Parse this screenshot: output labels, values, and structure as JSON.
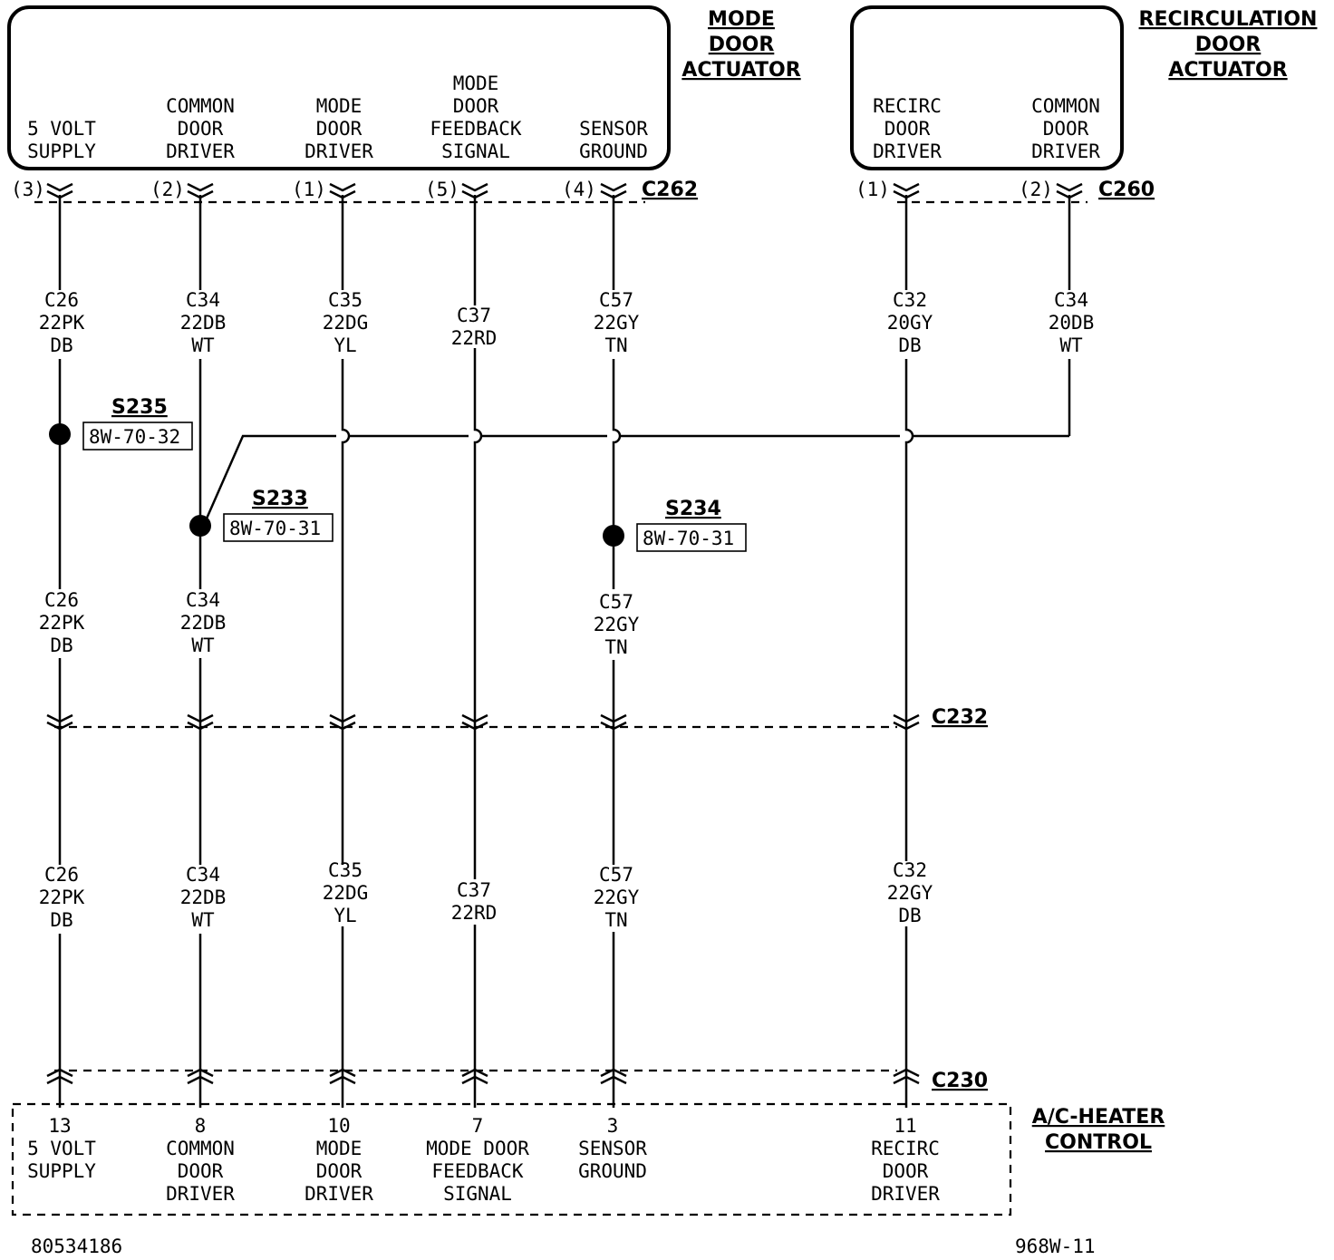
{
  "mode_actuator": {
    "title": [
      "MODE",
      "DOOR",
      "ACTUATOR"
    ],
    "connector": "C262",
    "pins": [
      {
        "pin": "(3)",
        "label": [
          "5 VOLT",
          "SUPPLY"
        ]
      },
      {
        "pin": "(2)",
        "label": [
          "COMMON",
          "DOOR",
          "DRIVER"
        ]
      },
      {
        "pin": "(1)",
        "label": [
          "MODE",
          "DOOR",
          "DRIVER"
        ]
      },
      {
        "pin": "(5)",
        "label": [
          "MODE",
          "DOOR",
          "FEEDBACK",
          "SIGNAL"
        ]
      },
      {
        "pin": "(4)",
        "label": [
          "SENSOR",
          "GROUND"
        ]
      }
    ]
  },
  "recirc_actuator": {
    "title": [
      "RECIRCULATION",
      "DOOR",
      "ACTUATOR"
    ],
    "connector": "C260",
    "pins": [
      {
        "pin": "(1)",
        "label": [
          "RECIRC",
          "DOOR",
          "DRIVER"
        ]
      },
      {
        "pin": "(2)",
        "label": [
          "COMMON",
          "DOOR",
          "DRIVER"
        ]
      }
    ]
  },
  "wire_labels": {
    "top": [
      [
        "C26",
        "22PK",
        "DB"
      ],
      [
        "C34",
        "22DB",
        "WT"
      ],
      [
        "C35",
        "22DG",
        "YL"
      ],
      [
        "C37",
        "22RD"
      ],
      [
        "C57",
        "22GY",
        "TN"
      ],
      [
        "C32",
        "20GY",
        "DB"
      ],
      [
        "C34",
        "20DB",
        "WT"
      ]
    ],
    "mid": [
      [
        "C26",
        "22PK",
        "DB"
      ],
      [
        "C34",
        "22DB",
        "WT"
      ],
      [
        "C57",
        "22GY",
        "TN"
      ]
    ],
    "bottom": [
      [
        "C26",
        "22PK",
        "DB"
      ],
      [
        "C34",
        "22DB",
        "WT"
      ],
      [
        "C35",
        "22DG",
        "YL"
      ],
      [
        "C37",
        "22RD"
      ],
      [
        "C57",
        "22GY",
        "TN"
      ],
      [
        "C32",
        "22GY",
        "DB"
      ]
    ]
  },
  "splices": [
    {
      "id": "S235",
      "ref": "8W-70-32"
    },
    {
      "id": "S233",
      "ref": "8W-70-31"
    },
    {
      "id": "S234",
      "ref": "8W-70-31"
    }
  ],
  "connectors": {
    "mid": "C232",
    "bottom": "C230"
  },
  "control": {
    "title": [
      "A/C-HEATER",
      "CONTROL"
    ],
    "pins": [
      {
        "pin": "13",
        "label": [
          "5 VOLT",
          "SUPPLY"
        ]
      },
      {
        "pin": "8",
        "label": [
          "COMMON",
          "DOOR",
          "DRIVER"
        ]
      },
      {
        "pin": "10",
        "label": [
          "MODE",
          "DOOR",
          "DRIVER"
        ]
      },
      {
        "pin": "7",
        "label": [
          "MODE DOOR",
          "FEEDBACK",
          "SIGNAL"
        ]
      },
      {
        "pin": "3",
        "label": [
          "SENSOR",
          "GROUND"
        ]
      },
      {
        "pin": "11",
        "label": [
          "RECIRC",
          "DOOR",
          "DRIVER"
        ]
      }
    ]
  },
  "footer": {
    "left": "80534186",
    "right": "968W-11"
  }
}
